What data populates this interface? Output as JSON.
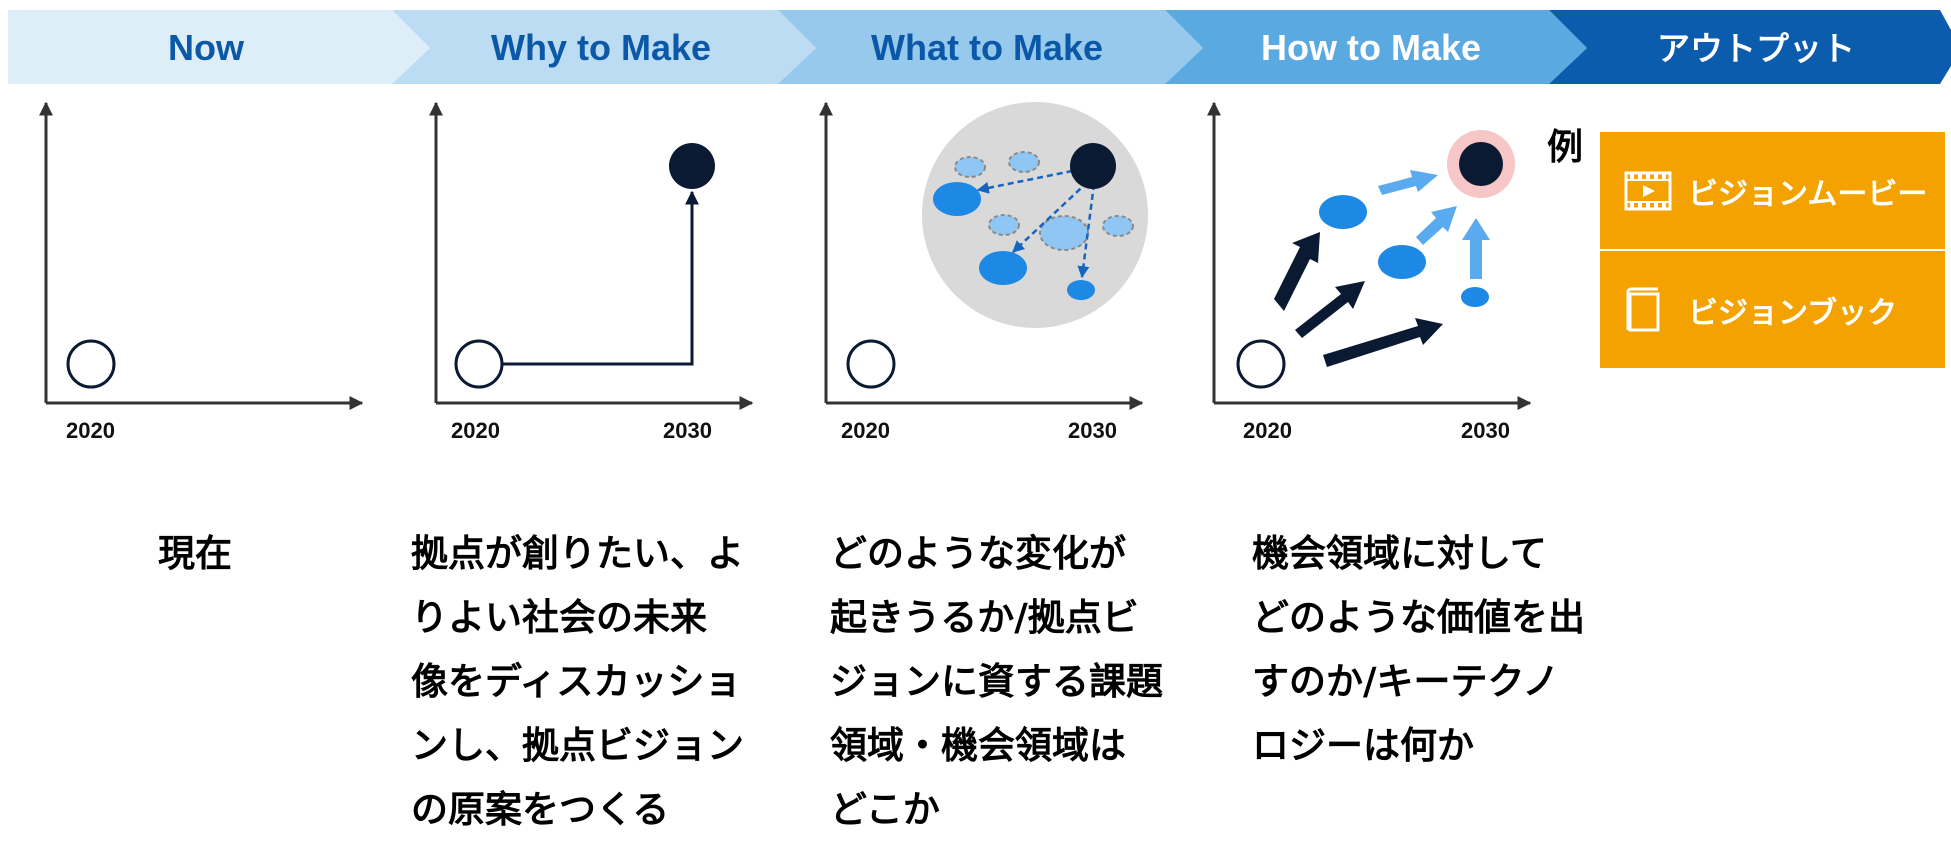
{
  "stages": [
    {
      "label": "Now",
      "fill": "#ddeef9",
      "text_color": "#0b58a8"
    },
    {
      "label": "Why to Make",
      "fill": "#bcdcf3",
      "text_color": "#0b58a8"
    },
    {
      "label": "What to Make",
      "fill": "#97c9ec",
      "text_color": "#0b58a8"
    },
    {
      "label": "How to Make",
      "fill": "#5aa9e0",
      "text_color": "#ffffff"
    },
    {
      "label": "アウトプット",
      "fill": "#0b5cad",
      "text_color": "#ffffff"
    }
  ],
  "axes": {
    "start_year": "2020",
    "end_year": "2030"
  },
  "descriptions": [
    "現在",
    "拠点が創りたい、よ\nりよい社会の未来\n像をディスカッショ\nンし、拠点ビジョン\nの原案をつくる",
    "どのような変化が\n起きうるか/拠点ビ\nジョンに資する課題\n領域・機会領域は\nどこか",
    "機会領域に対して\nどのような価値を出\nすのか/キーテクノ\nロジーは何か"
  ],
  "output": {
    "example_label": "例",
    "items": [
      {
        "label": "ビジョンムービー",
        "icon": "film-icon"
      },
      {
        "label": "ビジョンブック",
        "icon": "book-icon"
      }
    ]
  },
  "colors": {
    "navy": "#0b1a33",
    "blue": "#1e88e5",
    "light_blue": "#5aaaf0",
    "orange": "#f3a200",
    "pink": "#f7c6c6",
    "gray": "#d9d9d9"
  }
}
